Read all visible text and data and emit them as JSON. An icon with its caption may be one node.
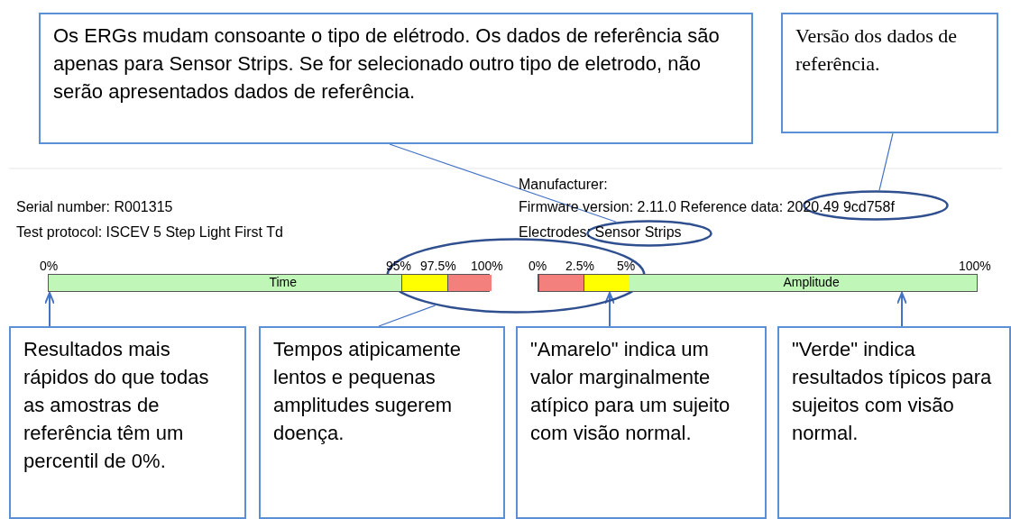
{
  "diagram": {
    "nodes": [
      {
        "text": [
          "Os ERGs mudam consoante o tipo de elétrodo.  Os dados de referência são apenas para Sensor Strips.  Se for selecionado outro tipo de eletrodo, não serão apresentados dados de referência."
        ]
      },
      {
        "text": [
          "Versão dos dados de referência."
        ]
      },
      {
        "text": [],
        "shape": "ellipse"
      },
      {
        "text": [],
        "shape": "ellipse"
      },
      {
        "text": [],
        "shape": "ellipse"
      },
      {
        "text": [
          "Time"
        ]
      },
      {
        "text": [
          "Amplitude"
        ]
      },
      {
        "text": [
          "Resultados mais rápidos do que todas as amostras de referência têm um percentil de 0%."
        ]
      },
      {
        "text": [
          "Tempos atipicamente lentos e pequenas amplitudes sugerem doença."
        ]
      },
      {
        "text": [
          "\"Amarelo\" indica um valor marginalmente atípico para um sujeito com visão normal."
        ]
      },
      {
        "text": [
          "\"Verde\" indica resultados típicos para sujeitos com visão normal."
        ]
      }
    ],
    "edges": [
      {
        "from": 0,
        "to": 2,
        "arrow": "none"
      },
      {
        "from": 1,
        "to": 3,
        "arrow": "none"
      },
      {
        "from": 7,
        "to": 5,
        "arrow": "to"
      },
      {
        "from": 8,
        "to": 4,
        "arrow": "none"
      },
      {
        "from": 9,
        "to": 6,
        "arrow": "to"
      },
      {
        "from": 10,
        "to": 6,
        "arrow": "to"
      }
    ],
    "labels": [
      "Manufacturer:",
      "Serial number: R001315",
      "Firmware version: 2.11.0 Reference data: 2020.49 9cd758f",
      "Test protocol: ISCEV 5 Step Light First Td",
      "Electrodes: Sensor Strips",
      "0%",
      "95%",
      "97.5%",
      "100%",
      "0%",
      "2.5%",
      "5%",
      "100%"
    ]
  }
}
